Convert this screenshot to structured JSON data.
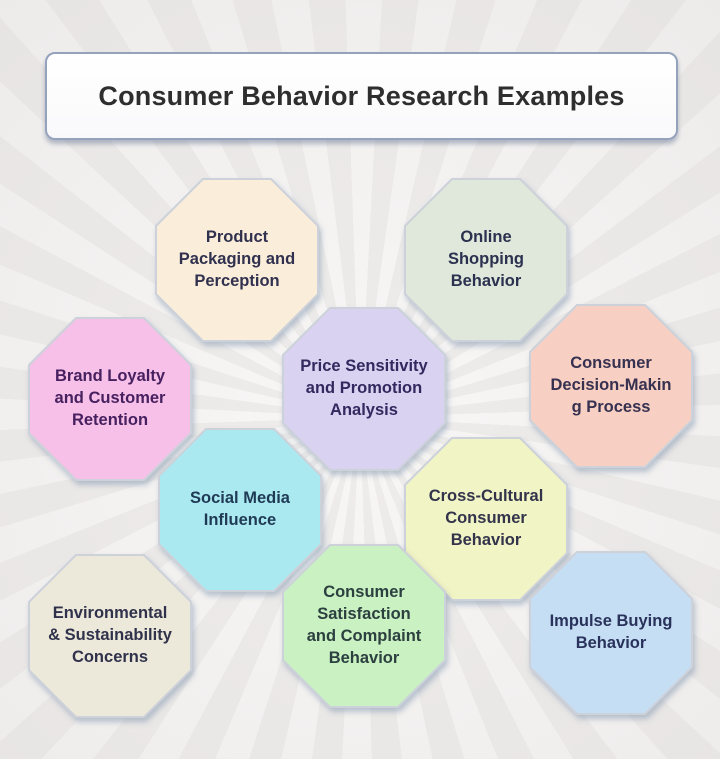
{
  "title": "Consumer Behavior Research Examples",
  "style": {
    "background_base": "#f1efee",
    "ray_color": "#d6d2d0",
    "title_border_color": "#94a2bc",
    "octagon_border_color": "#ccd1da",
    "shadow_color": "#7c91ac"
  },
  "diagram": {
    "nodes": [
      {
        "id": "product-packaging",
        "label": "Product\nPackaging and\nPerception",
        "fill": "#faeedb",
        "text_color": "#31314f"
      },
      {
        "id": "online-shopping",
        "label": "Online\nShopping\nBehavior",
        "fill": "#dfe8da",
        "text_color": "#2c3150"
      },
      {
        "id": "brand-loyalty",
        "label": "Brand Loyalty\nand Customer\nRetention",
        "fill": "#f6c0e8",
        "text_color": "#47205f"
      },
      {
        "id": "price-sensitivity",
        "label": "Price Sensitivity\nand Promotion\nAnalysis",
        "fill": "#d9d2f1",
        "text_color": "#322a5e"
      },
      {
        "id": "consumer-decision",
        "label": "Consumer\nDecision-Makin\ng Process",
        "fill": "#f8d0c3",
        "text_color": "#363150"
      },
      {
        "id": "social-media",
        "label": "Social Media\nInfluence",
        "fill": "#abe9f0",
        "text_color": "#1f3a55"
      },
      {
        "id": "cross-cultural",
        "label": "Cross-Cultural\nConsumer\nBehavior",
        "fill": "#f1f4c4",
        "text_color": "#33344c"
      },
      {
        "id": "environmental",
        "label": "Environmental\n& Sustainability\nConcerns",
        "fill": "#ece9da",
        "text_color": "#30324c"
      },
      {
        "id": "consumer-satisfaction",
        "label": "Consumer\nSatisfaction\nand Complaint\nBehavior",
        "fill": "#c9f1c1",
        "text_color": "#2c4040"
      },
      {
        "id": "impulse-buying",
        "label": "Impulse Buying\nBehavior",
        "fill": "#c6def4",
        "text_color": "#28325a"
      }
    ]
  }
}
